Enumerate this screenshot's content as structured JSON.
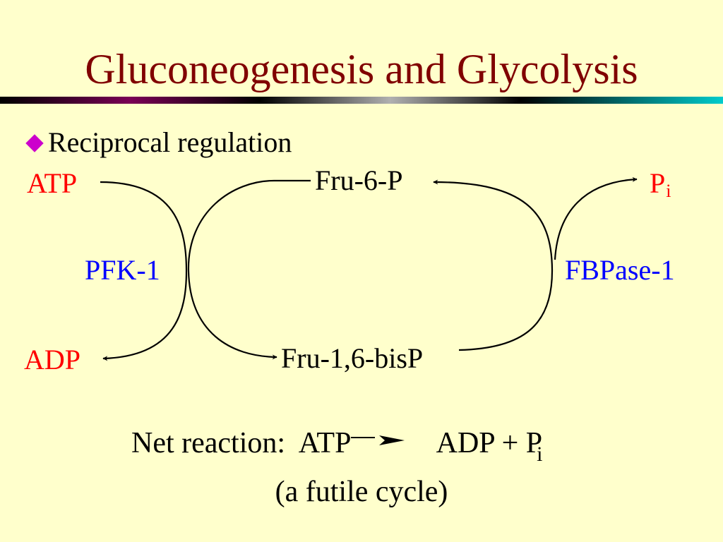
{
  "slide": {
    "title": "Gluconeogenesis and Glycolysis",
    "bullet": "Reciprocal regulation"
  },
  "diagram": {
    "atp": "ATP",
    "adp": "ADP",
    "pi_main": "P",
    "pi_sub": "i",
    "fru6p": "Fru-6-P",
    "fru16bisp": "Fru-1,6-bisP",
    "pfk1": "PFK-1",
    "fbpase1": "FBPase-1"
  },
  "net_reaction": {
    "label": "Net reaction:",
    "reactant": "ATP",
    "product": "ADP + P",
    "product_sub": "i",
    "note": "(a futile cycle)"
  },
  "colors": {
    "background": "#ffffcc",
    "title": "#800000",
    "cofactor": "#ff0000",
    "enzyme": "#0000ff",
    "text": "#000000",
    "bullet": "#cc00cc"
  }
}
